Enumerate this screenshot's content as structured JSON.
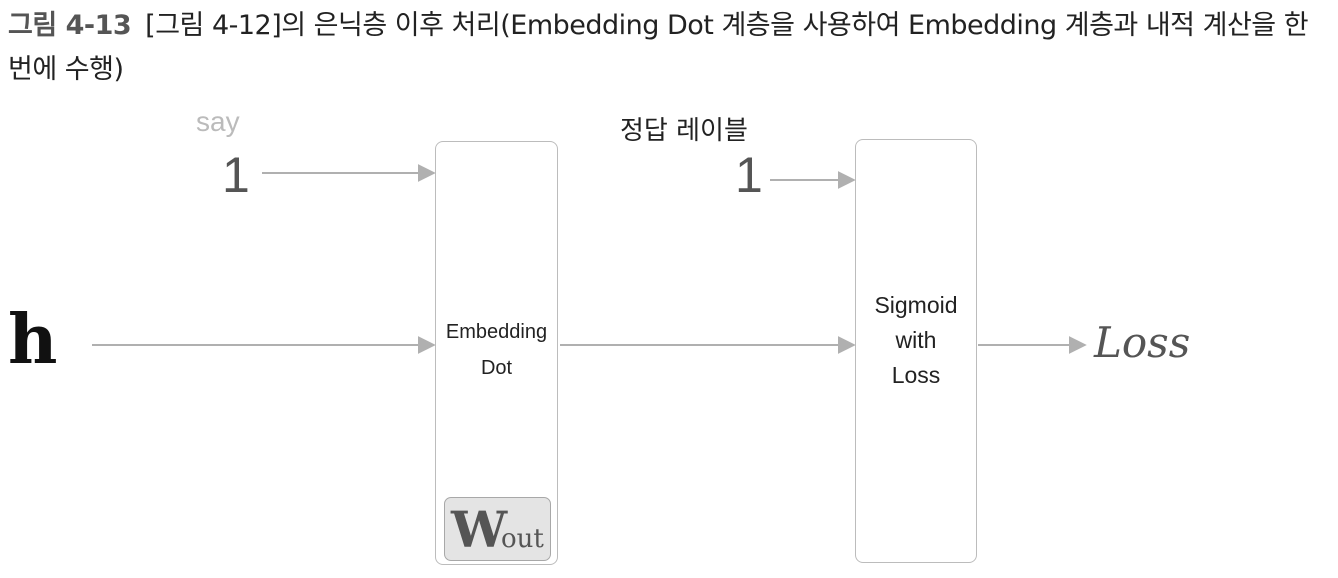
{
  "caption": {
    "label": "그림 4-13",
    "text": "[그림 4-12]의 은닉층 이후 처리(Embedding Dot 계층을 사용하여 Embedding 계층과 내적 계산을 한 번에 수행)"
  },
  "diagram": {
    "say_label": "say",
    "input_one": "1",
    "answer_label": "정답 레이블",
    "answer_one": "1",
    "hidden_var": "h",
    "embedding_dot": {
      "line1": "Embedding",
      "line2": "Dot",
      "weight_main": "W",
      "weight_sub": "out"
    },
    "sigmoid": {
      "line1": "Sigmoid",
      "line2": "with",
      "line3": "Loss"
    },
    "output_label": "Loss"
  },
  "colors": {
    "arrow": "#b0b0b0",
    "box_border": "#bcbcbc",
    "weight_fill": "#e4e4e4",
    "muted_text": "#bbbbbb"
  }
}
